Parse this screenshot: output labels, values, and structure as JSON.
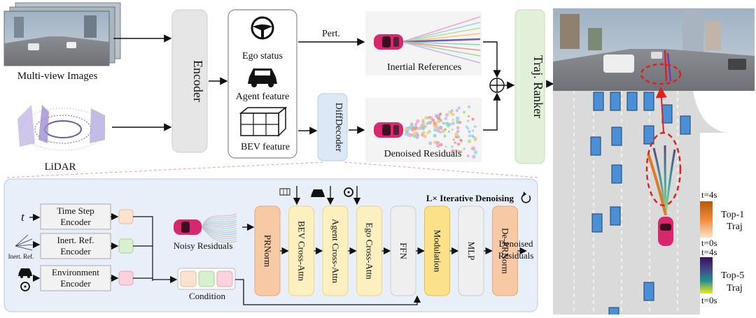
{
  "inputs": {
    "images_label": "Multi-view Images",
    "lidar_label": "LiDAR"
  },
  "encoder": {
    "label": "Encoder"
  },
  "features": {
    "ego": "Ego status",
    "agent": "Agent feature",
    "bev": "BEV feature"
  },
  "branches": {
    "pert": "Pert.",
    "inertial": "Inertial References",
    "diffdecoder": "DiffDecoder",
    "denoised": "Denoised Residuals"
  },
  "ranker": {
    "label": "Traj. Ranker"
  },
  "detail": {
    "t_symbol": "t",
    "time_encoder": [
      "Time Step",
      "Encoder"
    ],
    "inert_encoder": [
      "Inert. Ref.",
      "Encoder"
    ],
    "env_encoder": [
      "Environment",
      "Encoder"
    ],
    "inert_small": "Inert. Ref.",
    "condition": "Condition",
    "noisy": "Noisy Residuals",
    "iterative": "L× Iterative Denoising",
    "blocks": [
      "PRNorm",
      "BEV Cross-Attn",
      "Agent Cross-Attn",
      "Ego Cross-Attn",
      "FFN",
      "Modulation",
      "MLP",
      "De-PRNorm"
    ],
    "output": [
      "Denoised",
      "Residuals"
    ]
  },
  "legend": {
    "top1": {
      "t_top": "t=4s",
      "t_bottom": "t=0s",
      "label": [
        "Top-1",
        "Traj"
      ]
    },
    "top5": {
      "t_top": "t=4s",
      "t_bottom": "t=0s",
      "label": [
        "Top-5",
        "Traj"
      ]
    }
  },
  "colors": {
    "encoder_fill": "#e6e6e6",
    "diffdecoder_fill": "#dce8f6",
    "ranker_fill": "#e2f0d9",
    "detail_bg": "#e9eff8",
    "prnorm": "#f7c9a5",
    "cross_attn": "#fdf0c0",
    "ffn": "#efefef",
    "modulation": "#fbe28a",
    "mlp": "#efefef",
    "car": "#d9276e",
    "vehicle": "#4a90d9"
  }
}
